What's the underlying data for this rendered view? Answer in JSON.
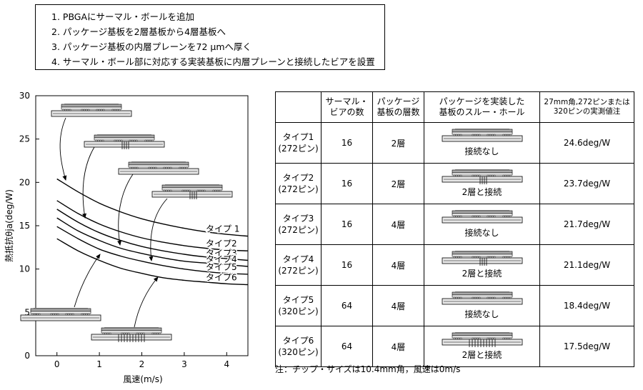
{
  "notes": [
    "1.  PBGAにサーマル・ボールを追加",
    "2.  パッケージ基板を2層基板から4層基板へ",
    "3.  パッケージ基板の内層プレーンを72 μmへ厚く",
    "4.  サーマル・ボール部に対応する実装基板に内層プレーンと接続したビアを設置"
  ],
  "chart_data": {
    "type": "line",
    "xlabel": "風速(m/s)",
    "ylabel": "熱抵抗θja(deg/W)",
    "xlim": [
      -0.5,
      4.5
    ],
    "ylim": [
      0,
      30
    ],
    "xticks": [
      0,
      1,
      2,
      3,
      4
    ],
    "yticks": [
      0,
      5,
      10,
      15,
      20,
      25,
      30
    ],
    "grid": false,
    "x": [
      0,
      0.5,
      1,
      1.5,
      2,
      2.5,
      3,
      3.5,
      4,
      4.5
    ],
    "series": [
      {
        "name": "タイプ 1",
        "values": [
          20.4,
          18.9,
          17.6,
          16.6,
          15.8,
          15.2,
          14.7,
          14.3,
          14.0,
          13.8
        ]
      },
      {
        "name": "タイプ2",
        "values": [
          17.9,
          16.4,
          15.2,
          14.3,
          13.6,
          13.1,
          12.7,
          12.4,
          12.2,
          12.1
        ]
      },
      {
        "name": "タイプ3",
        "values": [
          16.9,
          15.4,
          14.2,
          13.3,
          12.6,
          12.1,
          11.7,
          11.4,
          11.2,
          11.0
        ]
      },
      {
        "name": "タイプ4",
        "values": [
          15.9,
          14.4,
          13.3,
          12.4,
          11.8,
          11.3,
          10.9,
          10.7,
          10.5,
          10.3
        ]
      },
      {
        "name": "タイプ5",
        "values": [
          14.9,
          13.5,
          12.3,
          11.5,
          10.9,
          10.4,
          10.0,
          9.7,
          9.5,
          9.4
        ]
      },
      {
        "name": "タイプ6",
        "values": [
          13.5,
          12.1,
          11.0,
          10.1,
          9.5,
          9.0,
          8.7,
          8.5,
          8.3,
          8.2
        ]
      }
    ]
  },
  "table": {
    "headers": [
      "",
      "サーマル・\nビアの数",
      "パッケージ\n基板の層数",
      "パッケージを実装した\n基板のスルー・ホール",
      "27mm角,272ピンまたは\n320ピンの実測値注"
    ],
    "rows": [
      {
        "type": "タイプ1\n(272ピン)",
        "vias": "16",
        "layers": "2層",
        "through": "接続なし",
        "measured": "24.6deg/W"
      },
      {
        "type": "タイプ2\n(272ピン)",
        "vias": "16",
        "layers": "2層",
        "through": "2層と接続",
        "measured": "23.7deg/W"
      },
      {
        "type": "タイプ3\n(272ピン)",
        "vias": "16",
        "layers": "4層",
        "through": "接続なし",
        "measured": "21.7deg/W"
      },
      {
        "type": "タイプ4\n(272ピン)",
        "vias": "16",
        "layers": "4層",
        "through": "2層と接続",
        "measured": "21.1deg/W"
      },
      {
        "type": "タイプ5\n(320ピン)",
        "vias": "64",
        "layers": "4層",
        "through": "接続なし",
        "measured": "18.4deg/W"
      },
      {
        "type": "タイプ6\n(320ピン)",
        "vias": "64",
        "layers": "4層",
        "through": "2層と接続",
        "measured": "17.5deg/W"
      }
    ]
  },
  "footnote": "注：チップ・サイズは10.4mm角，風速は0m/s"
}
